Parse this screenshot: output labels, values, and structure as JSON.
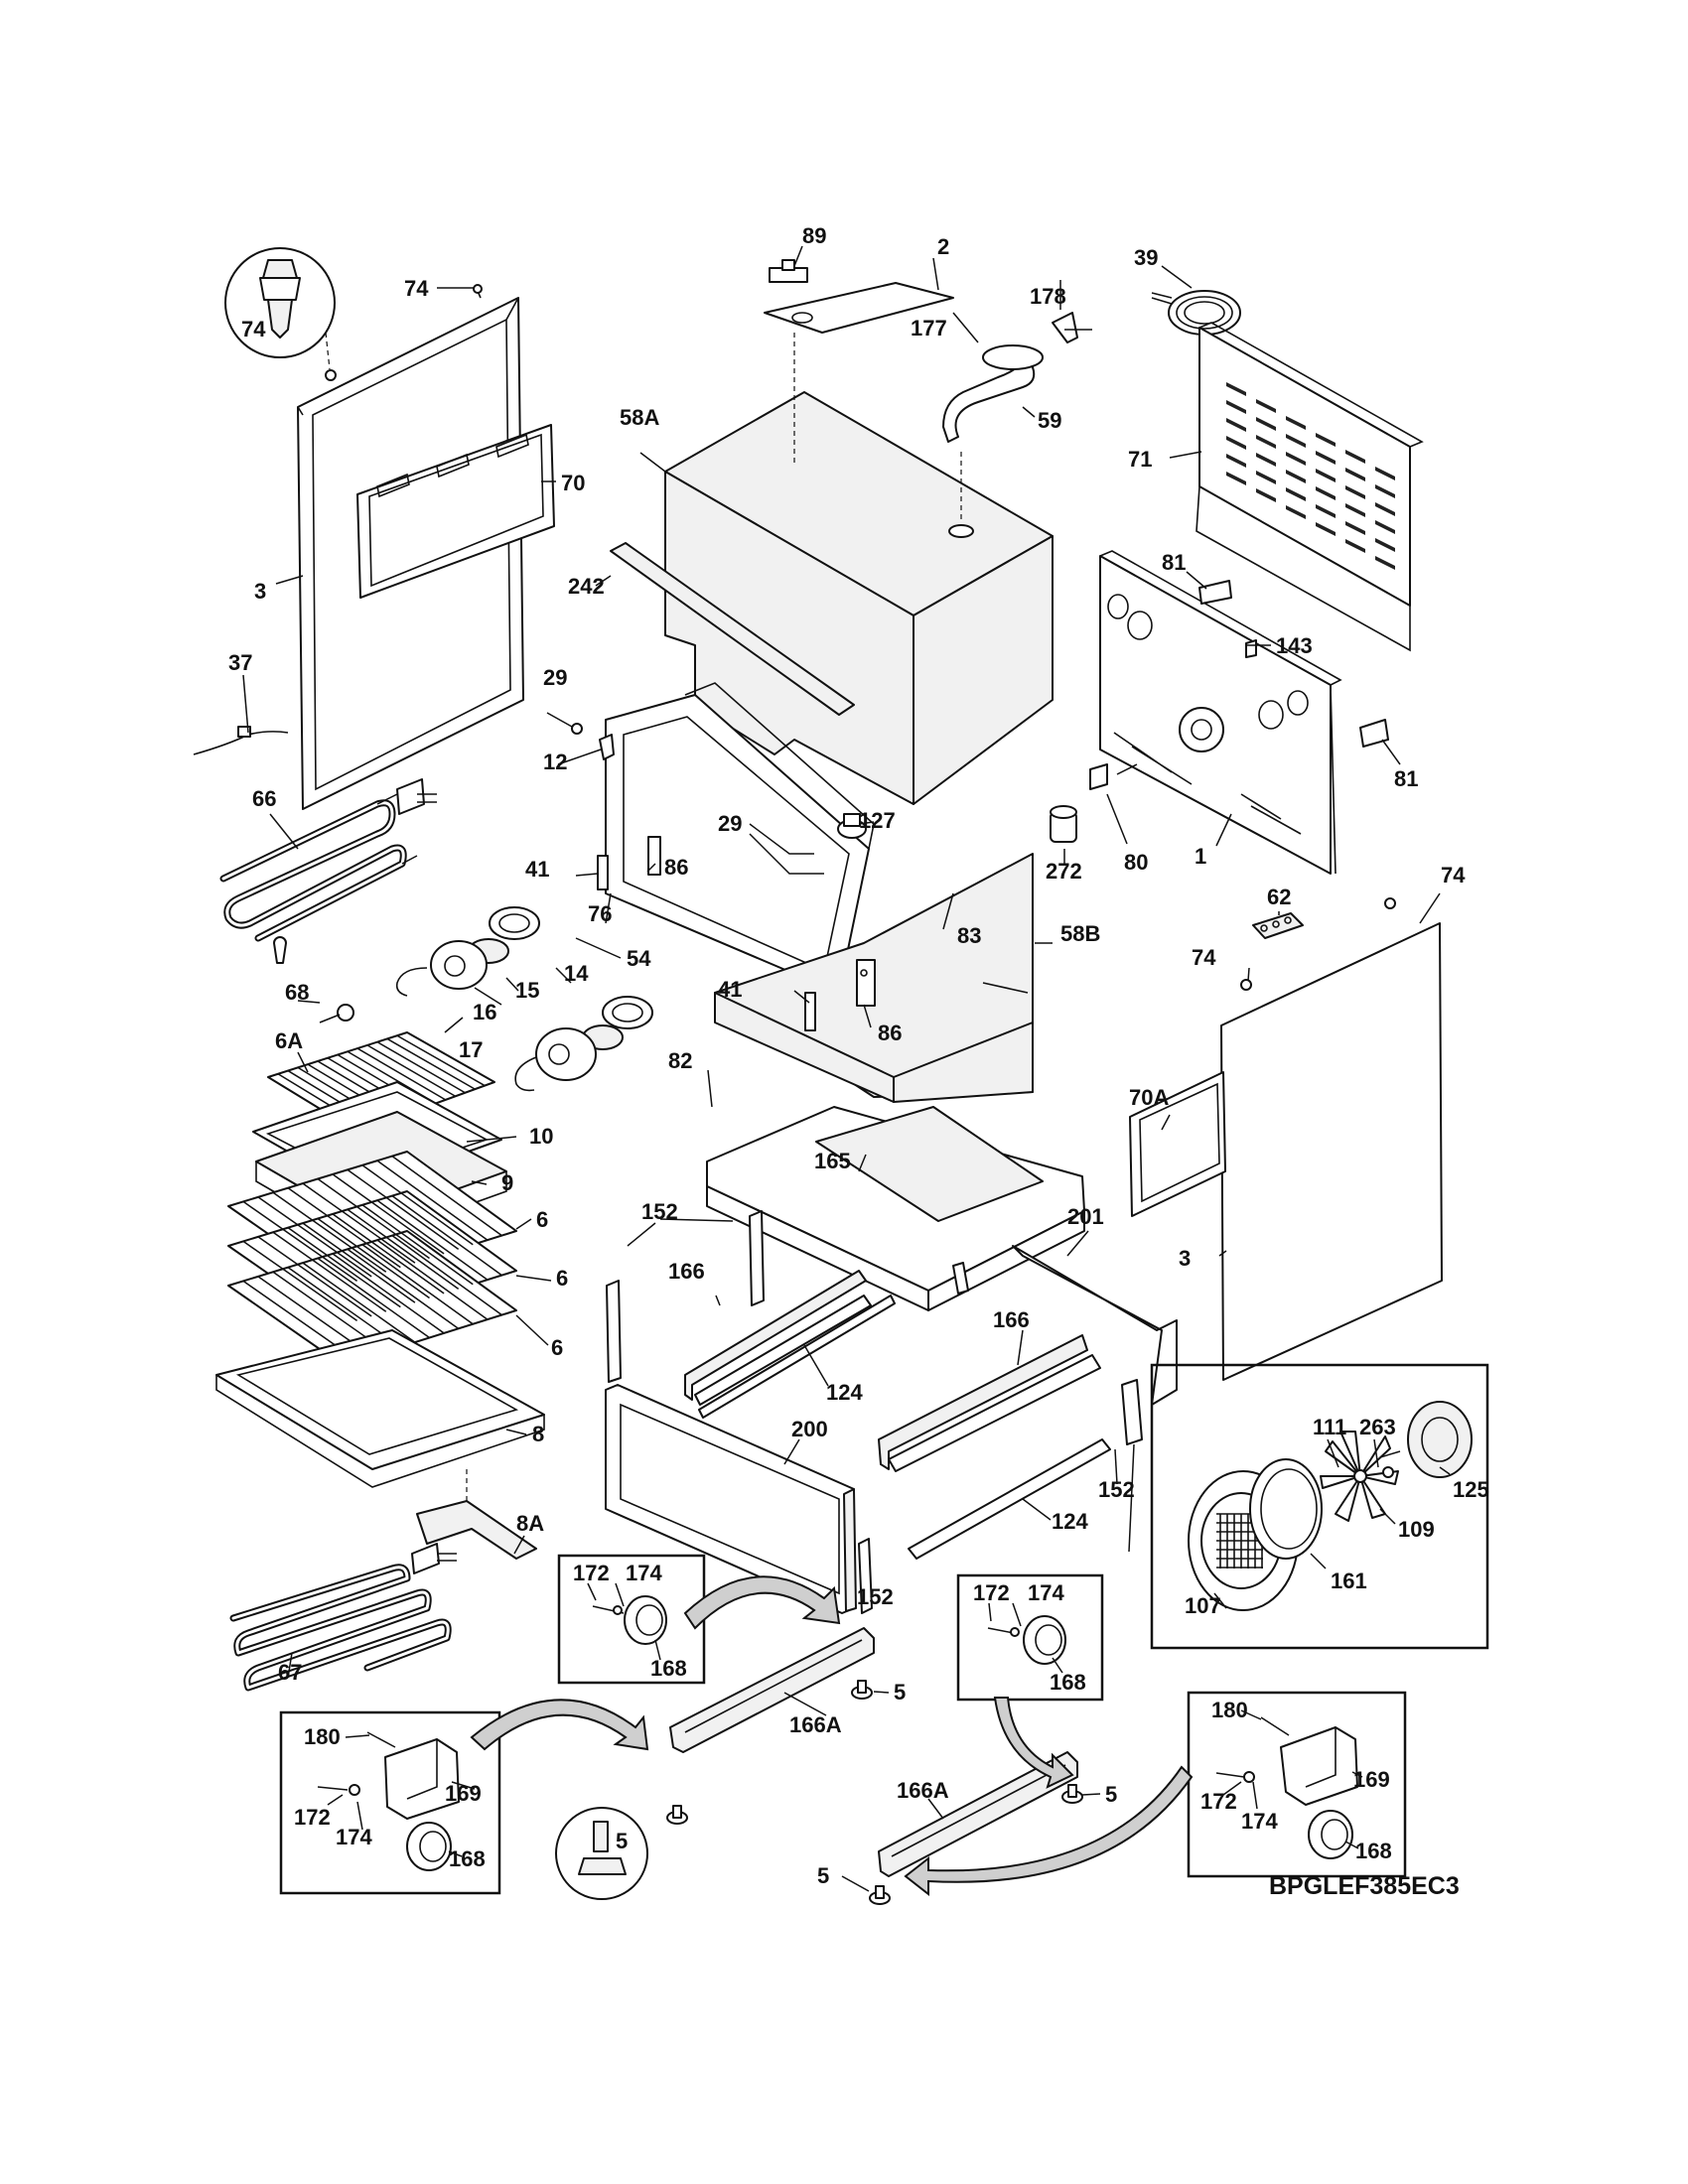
{
  "diagram": {
    "code": "BPGLEF385EC3",
    "callouts": {
      "c74a": "74",
      "c74b": "74",
      "c3a": "3",
      "c70": "70",
      "c37": "37",
      "c66": "66",
      "c68": "68",
      "c6A": "6A",
      "c10": "10",
      "c9": "9",
      "c6a": "6",
      "c6b": "6",
      "c6c": "6",
      "c8": "8",
      "c8A": "8A",
      "c67": "67",
      "c89": "89",
      "c2": "2",
      "c58A": "58A",
      "c242": "242",
      "c29a": "29",
      "c12": "12",
      "c41a": "41",
      "c76": "76",
      "c86a": "86",
      "c29b": "29",
      "c127": "127",
      "c54": "54",
      "c14": "14",
      "c15": "15",
      "c16": "16",
      "c17": "17",
      "c41b": "41",
      "c86b": "86",
      "c83": "83",
      "c58B": "58B",
      "c178": "178",
      "c177": "177",
      "c59": "59",
      "c39": "39",
      "c71": "71",
      "c81a": "81",
      "c143": "143",
      "c81b": "81",
      "c272": "272",
      "c80": "80",
      "c1": "1",
      "c62": "62",
      "c74c": "74",
      "c74d": "74",
      "c70A": "70A",
      "c3b": "3",
      "c82": "82",
      "c165": "165",
      "c152a": "152",
      "c166a": "166",
      "c124a": "124",
      "c201": "201",
      "c200": "200",
      "c166b": "166",
      "c152b": "152",
      "c124b": "124",
      "c152c": "152",
      "c172a": "172",
      "c174a": "174",
      "c168a": "168",
      "c172b": "172",
      "c174b": "174",
      "c168b": "168",
      "c5a": "5",
      "c166Aa": "166A",
      "c180a": "180",
      "c169a": "169",
      "c172c": "172",
      "c174c": "174",
      "c168c": "168",
      "c5b": "5",
      "c166Ab": "166A",
      "c5c": "5",
      "c5d": "5",
      "c180b": "180",
      "c169b": "169",
      "c172d": "172",
      "c174d": "174",
      "c168d": "168",
      "c263": "263",
      "c111": "111",
      "c125": "125",
      "c109": "109",
      "c107": "107",
      "c161": "161"
    }
  }
}
